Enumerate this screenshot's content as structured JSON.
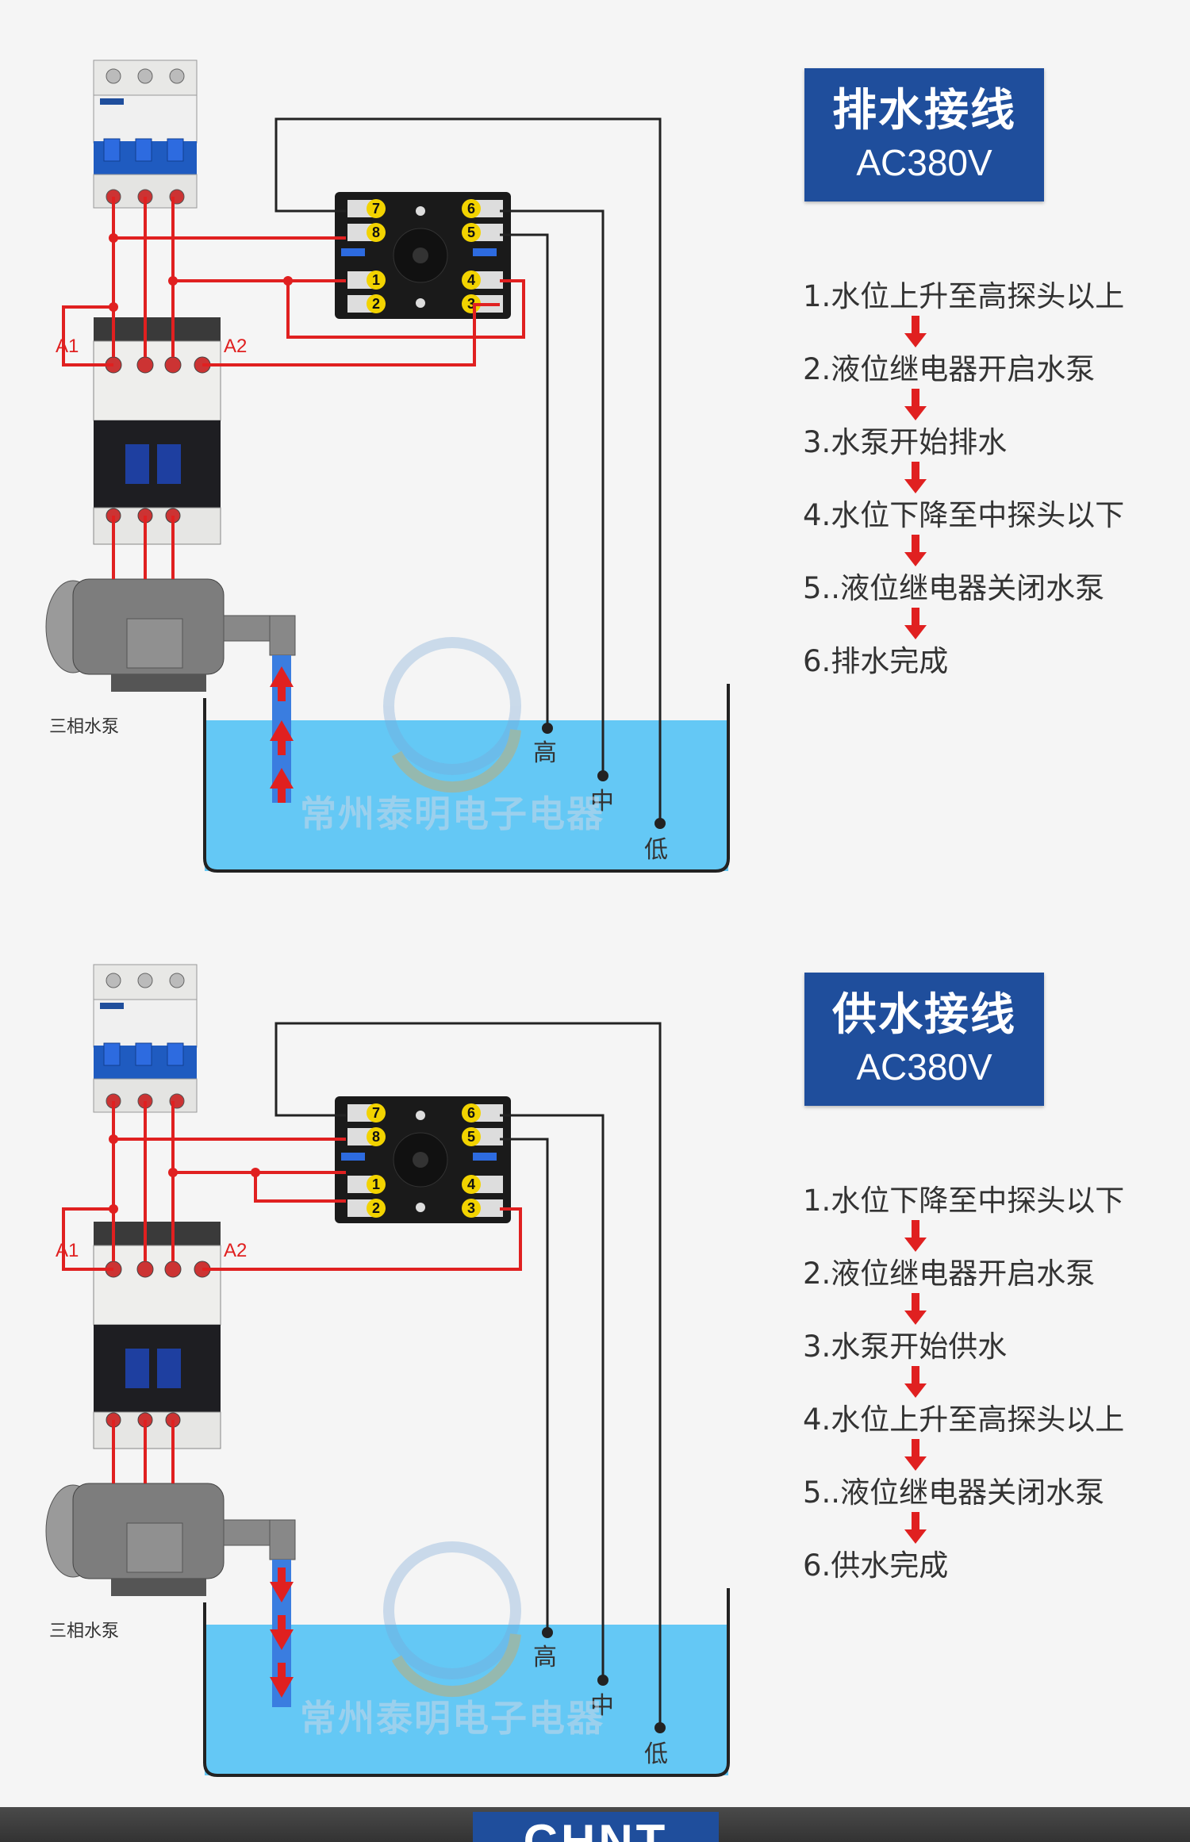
{
  "panels": [
    {
      "title": "排水接线",
      "subtitle": "AC380V",
      "steps": [
        "1.水位上升至高探头以上",
        "2.液位继电器开启水泵",
        "3.水泵开始排水",
        "4.水位下降至中探头以下",
        "5..液位继电器关闭水泵",
        "6.排水完成"
      ],
      "pump_label": "三相水泵",
      "probe_labels": {
        "high": "高",
        "mid": "中",
        "low": "低"
      },
      "contactor_labels": {
        "a1": "A1",
        "a2": "A2"
      },
      "relay_pins": [
        "7",
        "8",
        "1",
        "2",
        "6",
        "5",
        "4",
        "3"
      ],
      "flow_direction": "up",
      "watermark": "常州泰明电子电器"
    },
    {
      "title": "供水接线",
      "subtitle": "AC380V",
      "steps": [
        "1.水位下降至中探头以下",
        "2.液位继电器开启水泵",
        "3.水泵开始供水",
        "4.水位上升至高探头以上",
        "5..液位继电器关闭水泵",
        "6.供水完成"
      ],
      "pump_label": "三相水泵",
      "probe_labels": {
        "high": "高",
        "mid": "中",
        "low": "低"
      },
      "contactor_labels": {
        "a1": "A1",
        "a2": "A2"
      },
      "relay_pins": [
        "7",
        "8",
        "1",
        "2",
        "6",
        "5",
        "4",
        "3"
      ],
      "flow_direction": "down",
      "watermark": "常州泰明电子电器"
    }
  ],
  "colors": {
    "wire_red": "#e02020",
    "wire_dark": "#222222",
    "water": "#64c8f5",
    "title_bg": "#1f4e9c",
    "arrow_red": "#e02020"
  },
  "footer_logo": "CHNT"
}
